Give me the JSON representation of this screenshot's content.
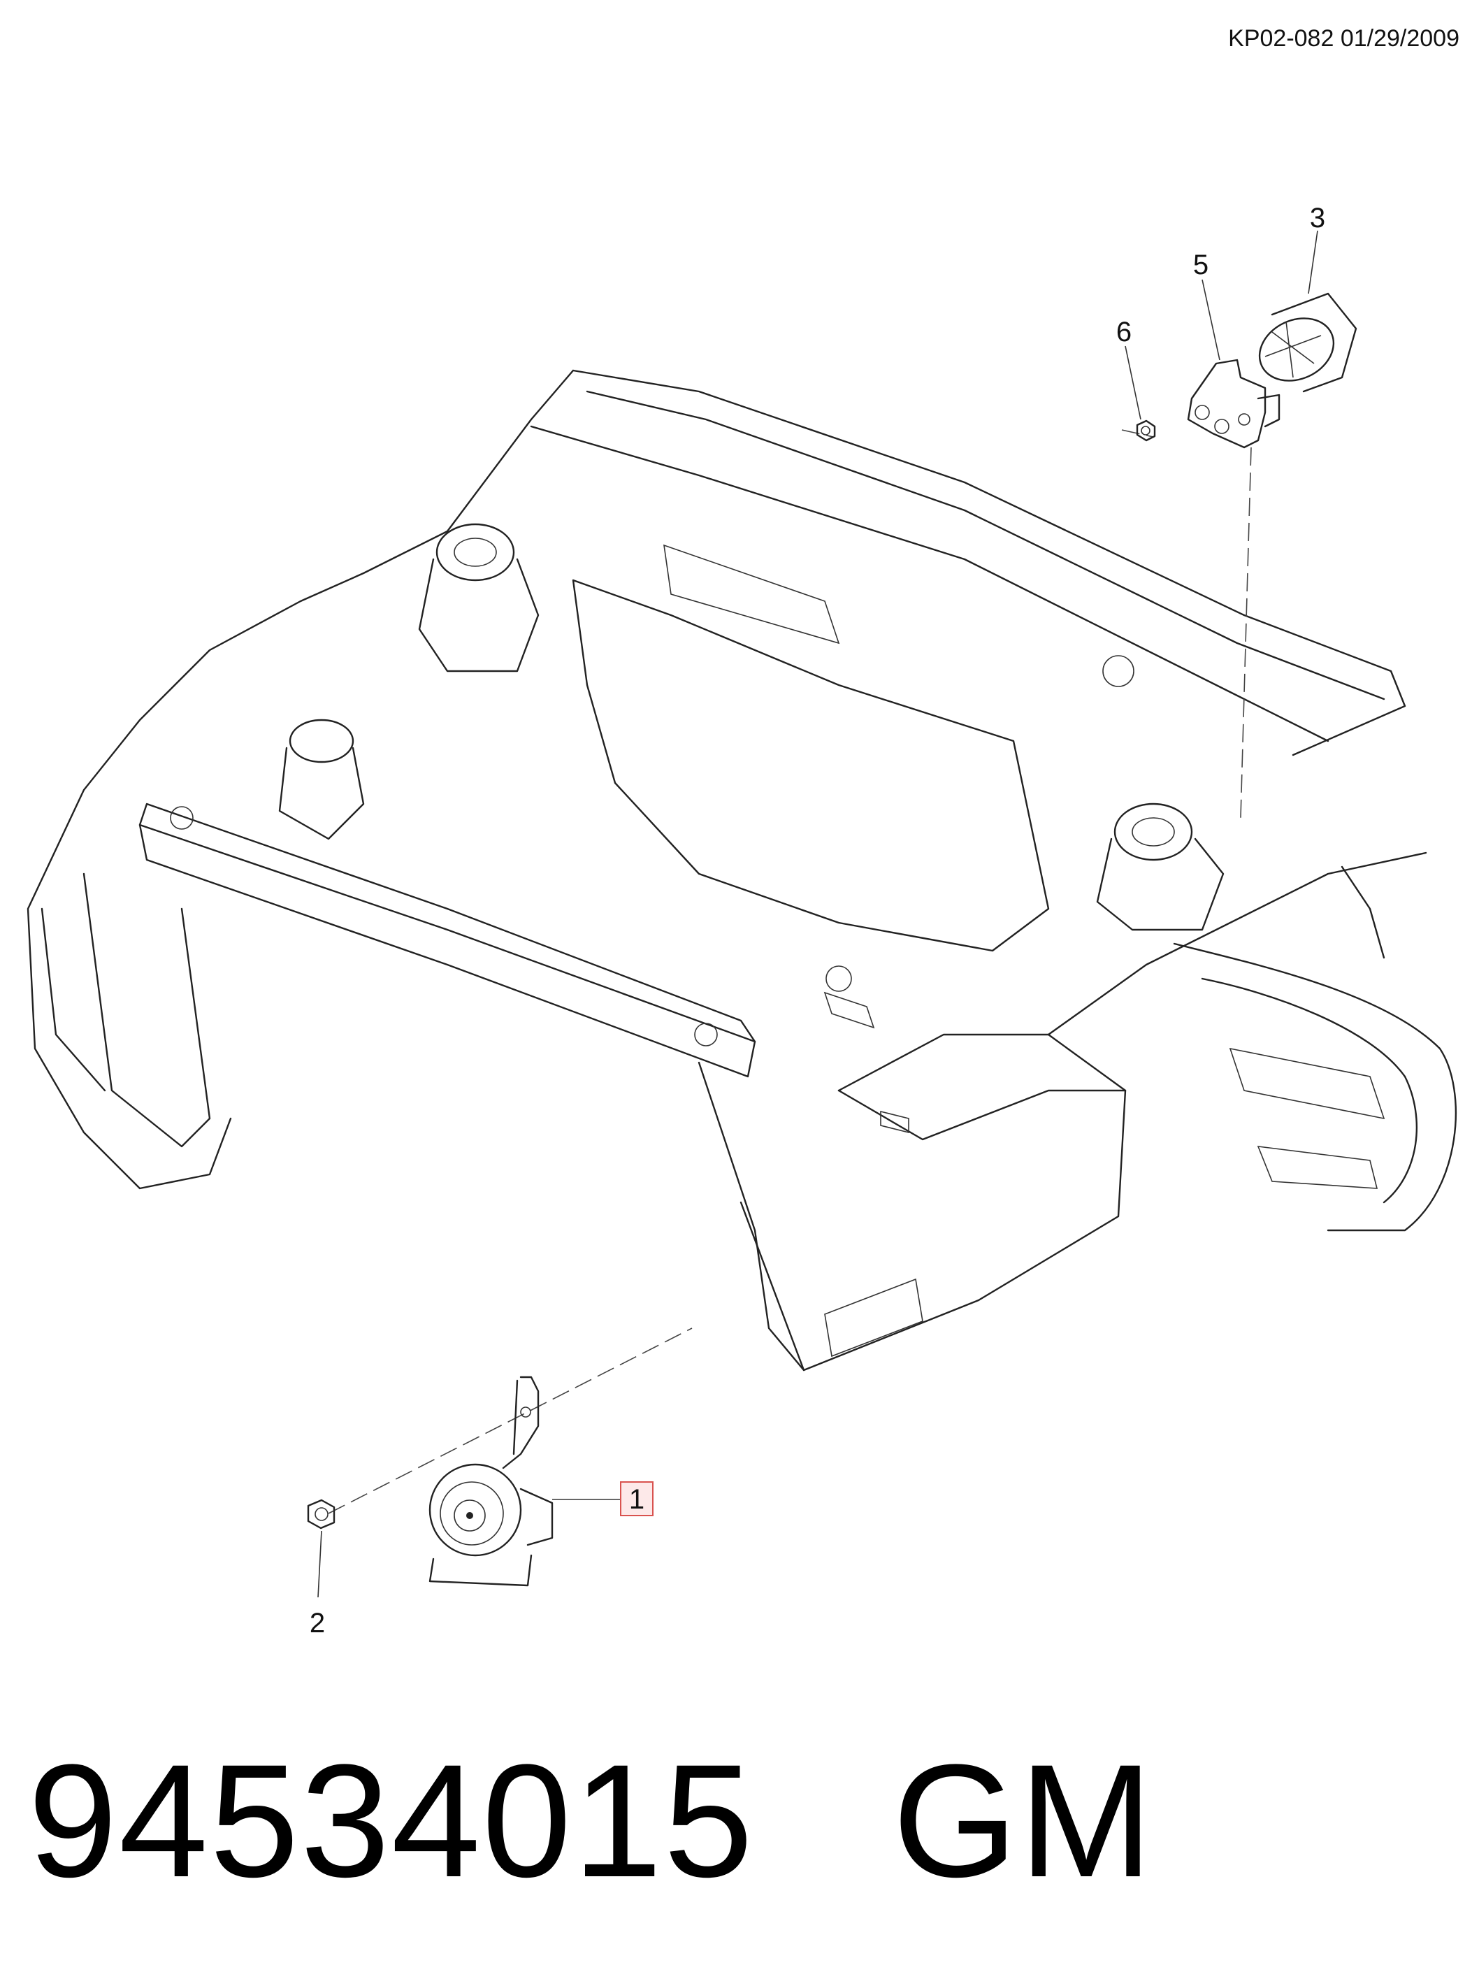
{
  "header": {
    "reference": "KP02-082 01/29/2009"
  },
  "callouts": [
    {
      "id": "1",
      "label": "1",
      "highlighted": true,
      "highlight_color": "#d9534f"
    },
    {
      "id": "2",
      "label": "2"
    },
    {
      "id": "3",
      "label": "3"
    },
    {
      "id": "5",
      "label": "5"
    },
    {
      "id": "6",
      "label": "6"
    }
  ],
  "parts": {
    "horn": "horn-icon",
    "nut": "nut-icon",
    "bracket": "bracket-icon",
    "bushing": "bushing-icon",
    "body_frame": "vehicle-front-structure-icon"
  },
  "footer": {
    "part_number": "94534015   GM"
  }
}
